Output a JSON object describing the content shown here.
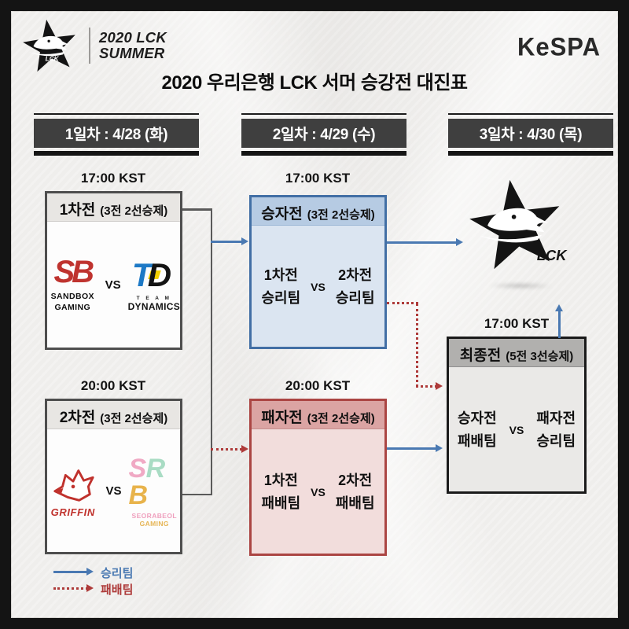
{
  "brand": {
    "event_line1": "2020 LCK",
    "event_line2": "SUMMER",
    "kespa": "KeSPA",
    "lck": "LCK"
  },
  "title": "2020 우리은행 LCK 서머 승강전 대진표",
  "days": [
    {
      "label": "1일차 : 4/28 (화)"
    },
    {
      "label": "2일차 : 4/29 (수)"
    },
    {
      "label": "3일차 : 4/30 (목)"
    }
  ],
  "round1": {
    "time": "17:00 KST",
    "name": "1차전",
    "format": "(3전 2선승제)",
    "vs": "VS",
    "team_left": {
      "monogram": "SB",
      "line1": "SANDBOX",
      "line2": "GAMING"
    },
    "team_right": {
      "t": "T",
      "d": "D",
      "top": "T E A M",
      "name": "DYNAMICS"
    }
  },
  "round2": {
    "time": "20:00 KST",
    "name": "2차전",
    "format": "(3전 2선승제)",
    "vs": "VS",
    "team_left": {
      "name": "GRIFFIN"
    },
    "team_right": {
      "s": "S",
      "r": "R",
      "b": "B",
      "line1": "SEORABEOL",
      "line2": "GAMING"
    }
  },
  "winners": {
    "time": "17:00 KST",
    "name": "승자전",
    "format": "(3전 2선승제)",
    "left1": "1차전",
    "left2": "승리팀",
    "vs": "VS",
    "right1": "2차전",
    "right2": "승리팀"
  },
  "losers": {
    "time": "20:00 KST",
    "name": "패자전",
    "format": "(3전 2선승제)",
    "left1": "1차전",
    "left2": "패배팀",
    "vs": "VS",
    "right1": "2차전",
    "right2": "패배팀"
  },
  "final": {
    "time": "17:00 KST",
    "name": "최종전",
    "format": "(5전 3선승제)",
    "left1": "승자전",
    "left2": "패배팀",
    "vs": "VS",
    "right1": "패자전",
    "right2": "승리팀"
  },
  "legend": {
    "winner": "승리팀",
    "loser": "패배팀"
  },
  "colors": {
    "arrow_blue": "#4a79b2",
    "arrow_red": "#ae3b3a",
    "bracket_gray": "#5a5a5a",
    "winners_fill": "#dbe5f1",
    "losers_fill": "#f2dddc",
    "final_fill": "#eae9e7"
  }
}
